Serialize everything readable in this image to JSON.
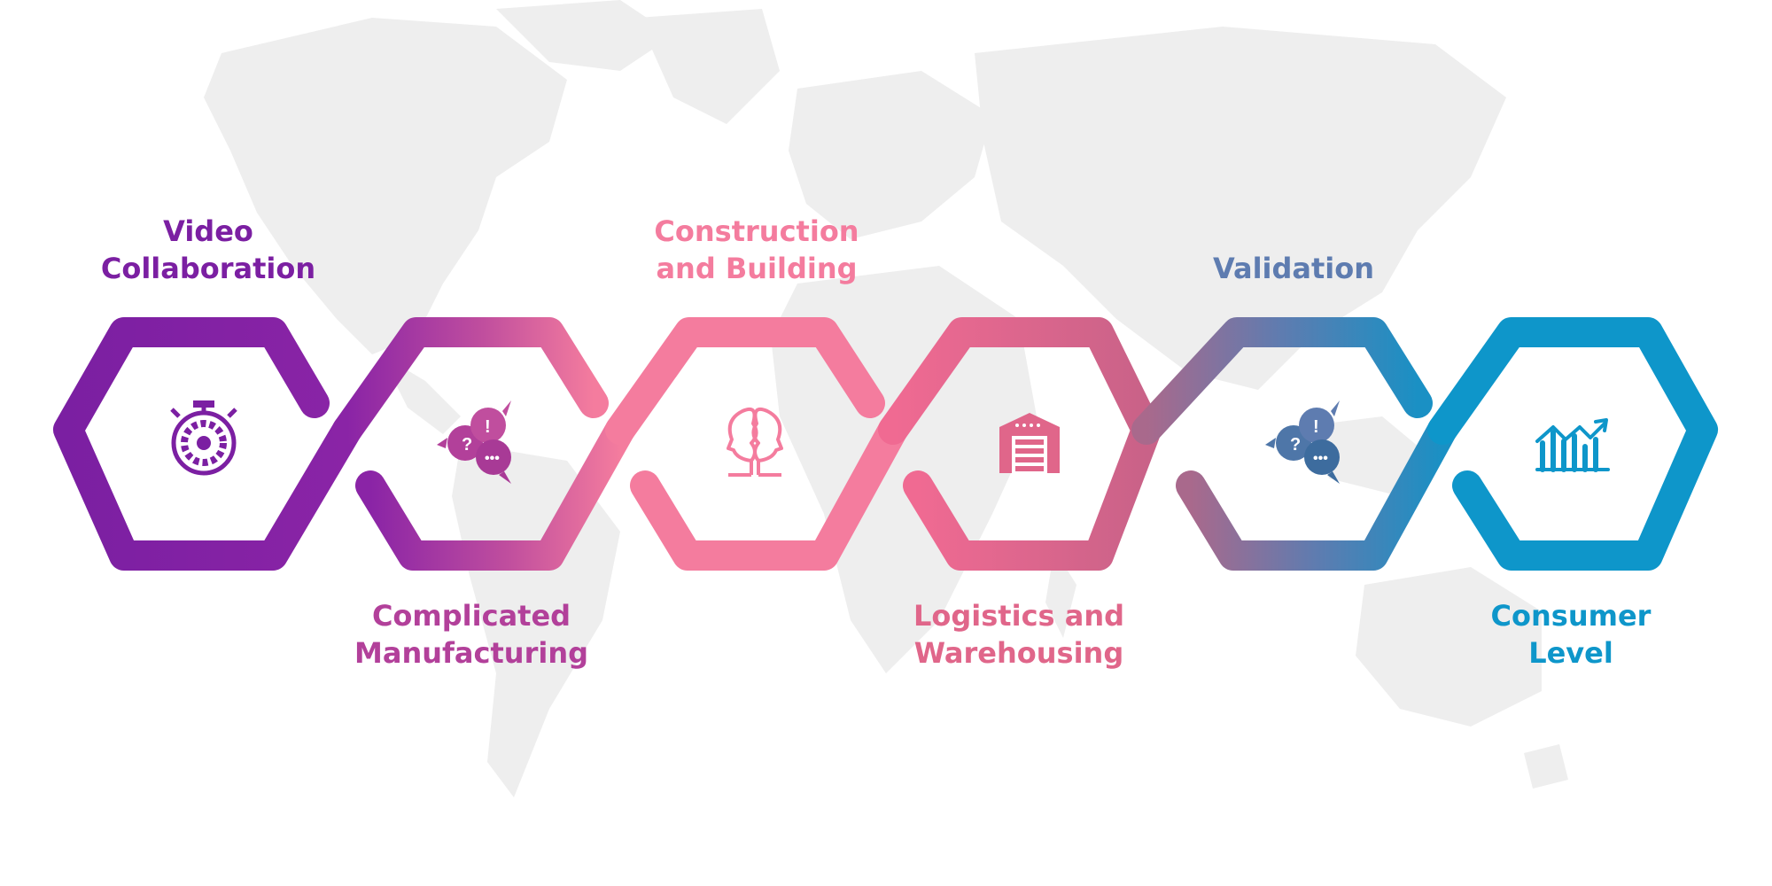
{
  "steps": [
    {
      "label": "Video\nCollaboration",
      "icon": "stopwatch-gear-icon",
      "color": "#7B1FA2",
      "position": "top"
    },
    {
      "label": "Complicated\nManufacturing",
      "icon": "speech-bubbles-icon",
      "color": "#B2409A",
      "position": "bottom"
    },
    {
      "label": "Construction\nand Building",
      "icon": "two-heads-icon",
      "color": "#F47C9E",
      "position": "top"
    },
    {
      "label": "Logistics and\nWarehousing",
      "icon": "warehouse-icon",
      "color": "#E0668A",
      "position": "bottom"
    },
    {
      "label": "Validation",
      "icon": "speech-bubbles-icon",
      "color": "#5E7CB0",
      "position": "top"
    },
    {
      "label": "Consumer\nLevel",
      "icon": "growth-chart-icon",
      "color": "#0E96CA",
      "position": "bottom"
    }
  ],
  "palette": {
    "purple": "#7B1FA2",
    "magenta": "#B2409A",
    "pink": "#F47C9E",
    "rose": "#E0668A",
    "slate": "#7B78A8",
    "blue": "#0E96CA",
    "map": "#EEEEEE"
  },
  "background": {
    "icon": "world-map-icon"
  }
}
